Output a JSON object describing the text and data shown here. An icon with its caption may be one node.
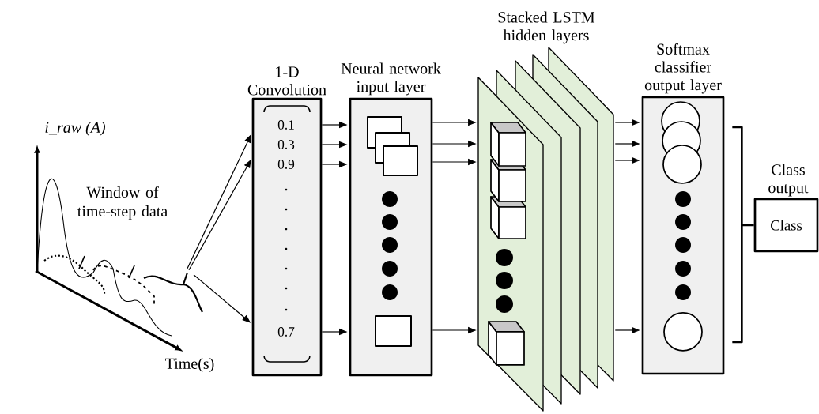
{
  "diagram": {
    "nodes": [
      {
        "text": [],
        "shape": "brace"
      },
      {
        "text": [
          "1-D Convolution"
        ]
      },
      {
        "text": [
          "0.1"
        ],
        "in": 1
      },
      {
        "text": [
          "0.3"
        ],
        "in": 1
      },
      {
        "text": [
          "0.9"
        ],
        "in": 1
      },
      {
        "text": [
          "0.7"
        ],
        "in": 1
      },
      {
        "text": [
          "Neural network input layer"
        ]
      },
      {
        "text": [
          "Stacked LSTM hidden layers"
        ]
      },
      {
        "text": [
          "Softmax classifier output layer"
        ]
      },
      {
        "text": [
          "Class output",
          "Class"
        ]
      }
    ],
    "edges": [
      {
        "from": 0,
        "to": 1,
        "arrow": "to"
      },
      {
        "from": 0,
        "to": 1,
        "arrow": "to"
      },
      {
        "from": 0,
        "to": 1,
        "arrow": "to"
      },
      {
        "from": 2,
        "to": 6,
        "arrow": "to"
      },
      {
        "from": 3,
        "to": 6,
        "arrow": "to"
      },
      {
        "from": 4,
        "to": 6,
        "arrow": "to"
      },
      {
        "from": 5,
        "to": 6,
        "arrow": "to"
      },
      {
        "from": 6,
        "to": 7,
        "arrow": "to"
      },
      {
        "from": 6,
        "to": 7,
        "arrow": "to"
      },
      {
        "from": 6,
        "to": 7,
        "arrow": "to"
      },
      {
        "from": 6,
        "to": 7,
        "arrow": "to"
      },
      {
        "from": 7,
        "to": 8,
        "arrow": "to"
      },
      {
        "from": 7,
        "to": 8,
        "arrow": "to"
      },
      {
        "from": 7,
        "to": 8,
        "arrow": "to"
      },
      {
        "from": 7,
        "to": 8,
        "arrow": "to"
      },
      {
        "from": 8,
        "to": 9,
        "arrow": "none"
      }
    ],
    "labels": [
      "i_raw (A)",
      "Window of time-step data",
      "Time(s)"
    ]
  }
}
